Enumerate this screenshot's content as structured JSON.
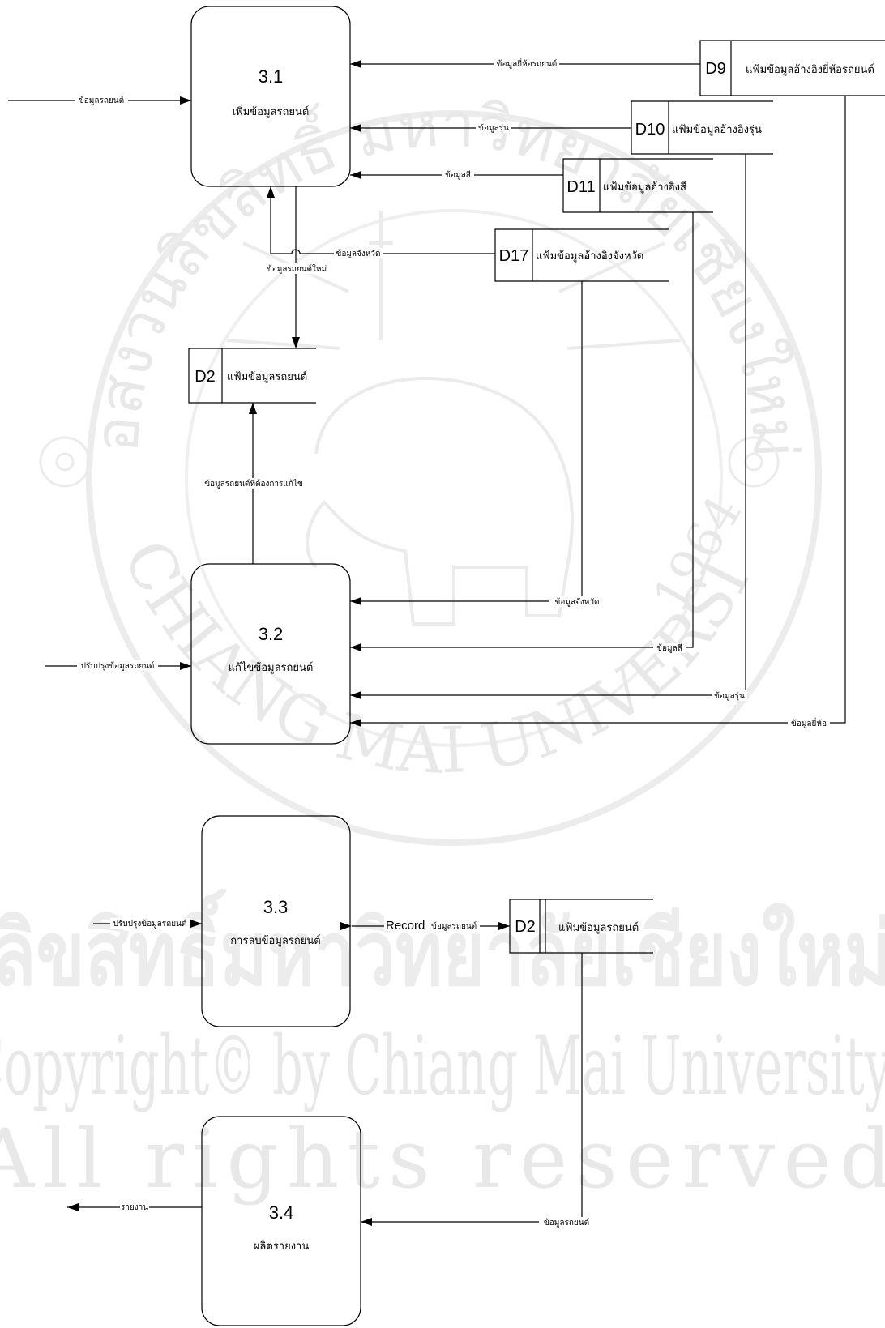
{
  "watermark": {
    "arc_top": "อสงวนลิขสิทธิ์ มหาวิทยาลัยเชียงใหม่",
    "arc_bottom": "CHIANG MAI UNIVERSITY",
    "year": "1964",
    "thai_band": "ลิขสิทธิ์มหาวิทยาลัยเชียงใหม่",
    "copyright_line": "Copyright© by Chiang Mai University",
    "rights_line": "All rights reserved"
  },
  "processes": [
    {
      "id": "p31",
      "number": "3.1",
      "name": "เพิ่มข้อมูลรถยนต์"
    },
    {
      "id": "p32",
      "number": "3.2",
      "name": "แก้ไขข้อมูลรถยนต์"
    },
    {
      "id": "p33",
      "number": "3.3",
      "name": "การลบข้อมูลรถยนต์"
    },
    {
      "id": "p34",
      "number": "3.4",
      "name": "ผลิตรายงาน"
    }
  ],
  "stores": [
    {
      "id": "d9",
      "code": "D9",
      "name": "แฟ้มข้อมูลอ้างอิงยี่ห้อรถยนต์"
    },
    {
      "id": "d10",
      "code": "D10",
      "name": "แฟ้มข้อมูลอ้างอิงรุ่น"
    },
    {
      "id": "d11",
      "code": "D11",
      "name": "แฟ้มข้อมูลอ้างอิงสี"
    },
    {
      "id": "d17",
      "code": "D17",
      "name": "แฟ้มข้อมูลอ้างอิงจังหวัด"
    },
    {
      "id": "d2a",
      "code": "D2",
      "name": "แฟ้มข้อมูลรถยนต์"
    },
    {
      "id": "d2b",
      "code": "D2",
      "name": "แฟ้มข้อมูลรถยนต์"
    }
  ],
  "flows": [
    {
      "id": "f_in31",
      "label": "ข้อมูลรถยนต์"
    },
    {
      "id": "f_d9_31",
      "label": "ข้อมูลยี่ห้อรถยนต์"
    },
    {
      "id": "f_d10_31",
      "label": "ข้อมูลรุ่น"
    },
    {
      "id": "f_d11_31",
      "label": "ข้อมูลสี"
    },
    {
      "id": "f_d17_31",
      "label": "ข้อมูลจังหวัด"
    },
    {
      "id": "f_31_d2",
      "label": "ข้อมูลรถยนต์ใหม่"
    },
    {
      "id": "f_32_d2",
      "label": "ข้อมูลรถยนต์ที่ต้องการแก้ไข"
    },
    {
      "id": "f_in32",
      "label": "ปรับปรุงข้อมูลรถยนต์"
    },
    {
      "id": "f_d17_32",
      "label": "ข้อมูลจังหวัด"
    },
    {
      "id": "f_d11_32",
      "label": "ข้อมูลสี"
    },
    {
      "id": "f_d10_32",
      "label": "ข้อมูลรุ่น"
    },
    {
      "id": "f_d9_32",
      "label": "ข้อมูลยี่ห้อ"
    },
    {
      "id": "f_in33",
      "label": "ปรับปรุงข้อมูลรถยนต์"
    },
    {
      "id": "f_33_d2",
      "label_prefix": "Record",
      "label": "ข้อมูลรถยนต์"
    },
    {
      "id": "f_d2_34",
      "label": "ข้อมูลรถยนต์"
    },
    {
      "id": "f_34_out",
      "label": "รายงาน"
    }
  ]
}
